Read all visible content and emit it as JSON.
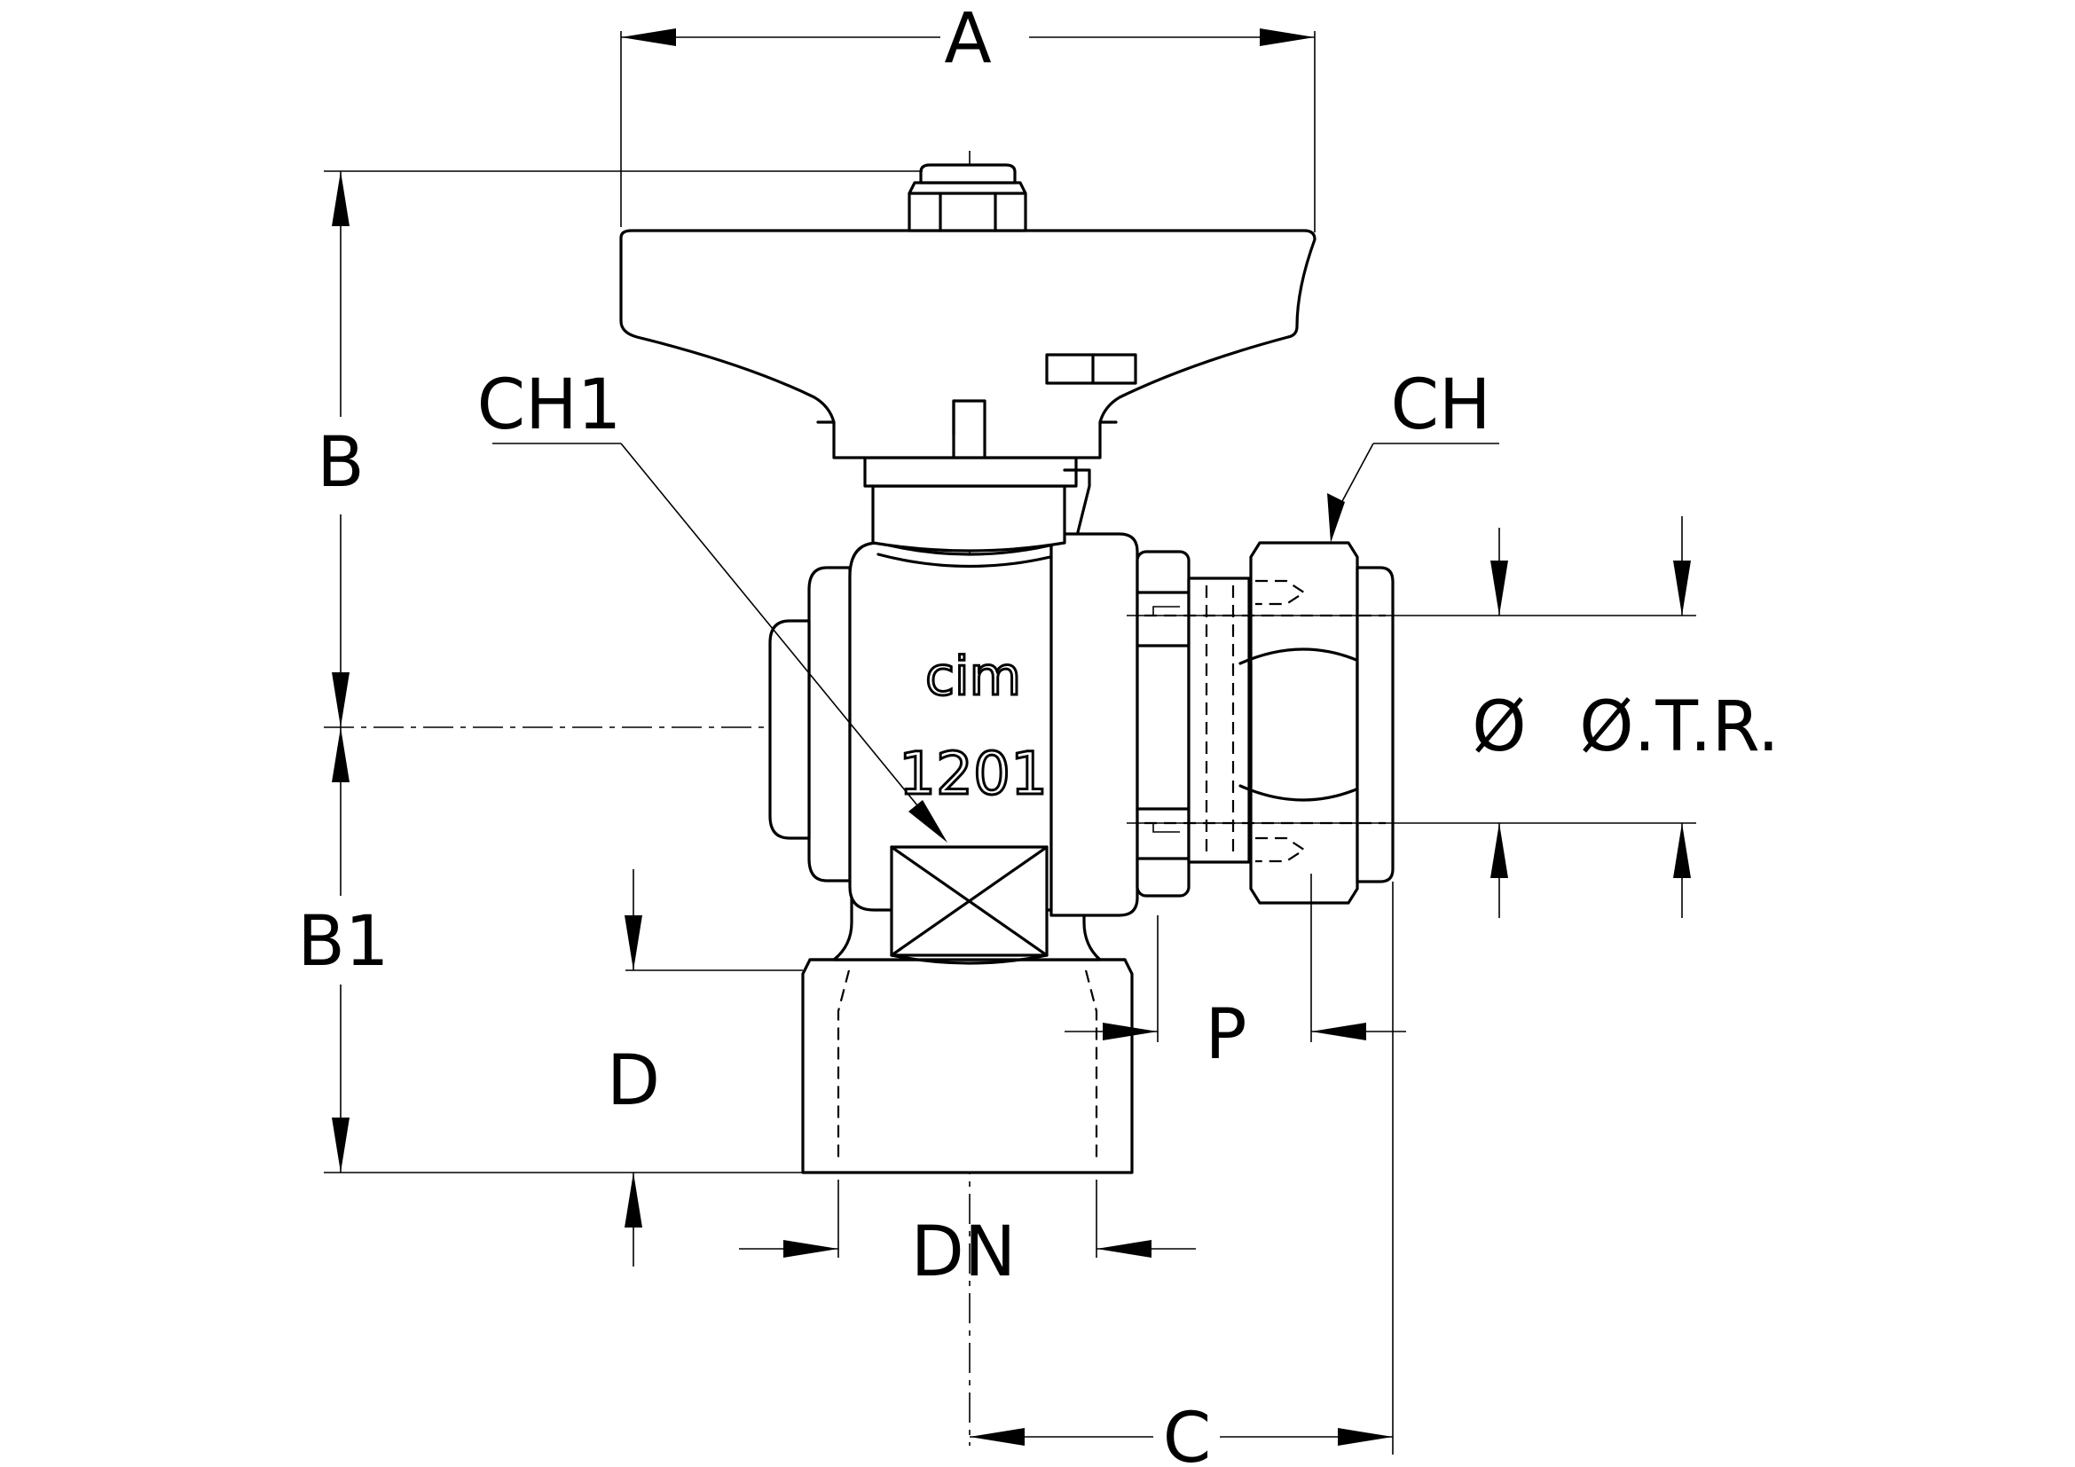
{
  "drawing": {
    "labels": {
      "A": "A",
      "B": "B",
      "B1": "B1",
      "CH1": "CH1",
      "CH": "CH",
      "D": "D",
      "DN": "DN",
      "P": "P",
      "C": "C",
      "dia": "Ø",
      "dia_otr": "Ø.T.R."
    },
    "body_markings": {
      "brand": "cim",
      "model": "1201"
    }
  }
}
